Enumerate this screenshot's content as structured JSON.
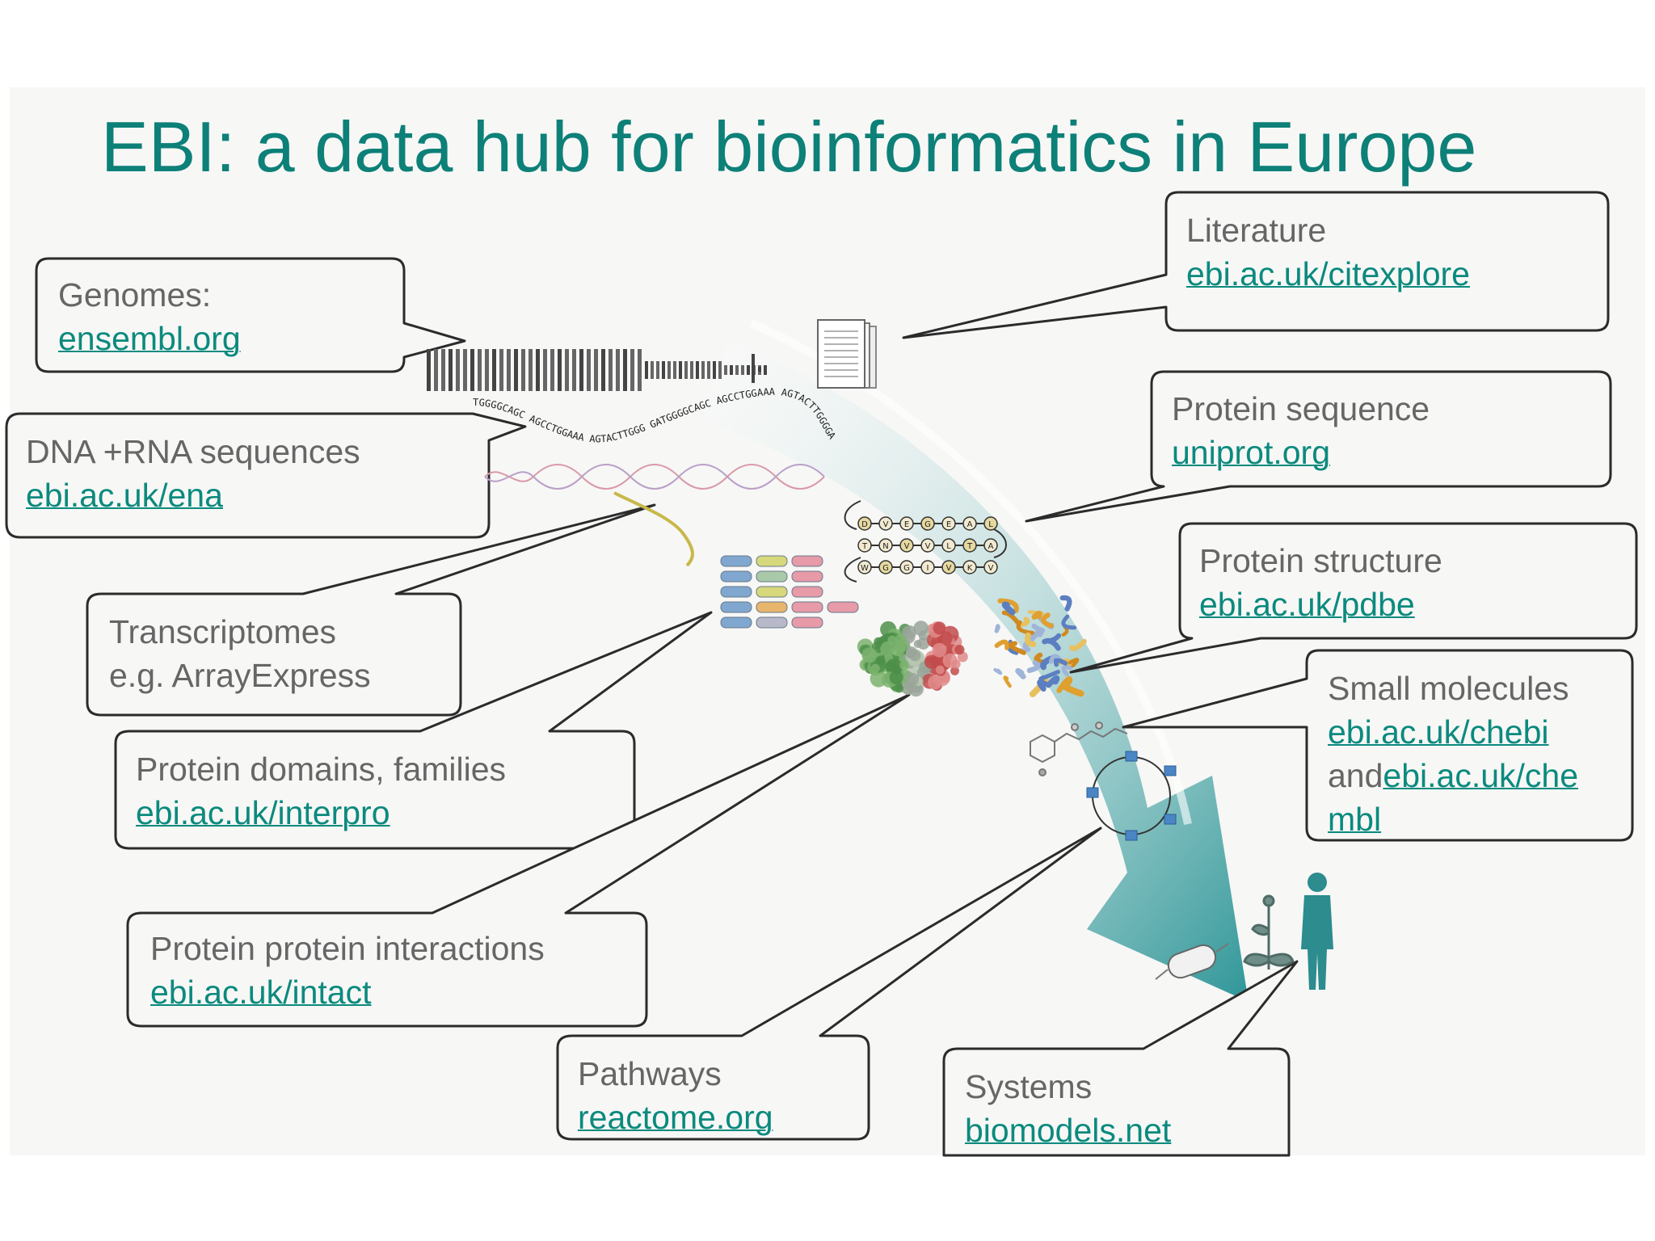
{
  "title": "EBI: a data hub for bioinformatics in Europe",
  "colors": {
    "title": "#0d8078",
    "label": "#666666",
    "link": "#0b8a7e",
    "arrow": "#3a9ea0",
    "box_border": "#2b2b2b"
  },
  "callouts": {
    "genomes": {
      "label": "Genomes:",
      "link": "ensembl.org"
    },
    "dna_rna": {
      "label": "DNA +RNA sequences",
      "link": "ebi.ac.uk/ena"
    },
    "transcriptomes": {
      "label": "Transcriptomes",
      "label2": "e.g. ArrayExpress"
    },
    "domains": {
      "label": "Protein domains, families",
      "link": "ebi.ac.uk/interpro"
    },
    "interactions": {
      "label": "Protein protein interactions",
      "link": "ebi.ac.uk/intact"
    },
    "pathways": {
      "label": "Pathways",
      "link": "reactome.org"
    },
    "systems": {
      "label": "Systems",
      "link": "biomodels.net"
    },
    "literature": {
      "label": "Literature",
      "link": "ebi.ac.uk/citexplore"
    },
    "protein_sequence": {
      "label": "Protein sequence",
      "link": "uniprot.org"
    },
    "protein_structure": {
      "label": "Protein structure",
      "link": "ebi.ac.uk/pdbe"
    },
    "small_molecules": {
      "label": "Small molecules",
      "link": "ebi.ac.uk/chebi",
      "joiner": "and",
      "link2": "ebi.ac.uk/che",
      "link2_cont": "mbl"
    }
  },
  "illustrations": {
    "dna_letters_upper": "TGGGGCAGC AGCCTGGAAA AGTACTTGGG GATGGGGCAGC AGCCTGGAAA AGTACTTGGGGA",
    "peptide_rows": [
      [
        "D",
        "V",
        "E",
        "G",
        "E",
        "A",
        "L"
      ],
      [
        "T",
        "N",
        "V",
        "V",
        "L",
        "T",
        "A"
      ],
      [
        "W",
        "G",
        "G",
        "I",
        "V",
        "K",
        "V"
      ]
    ]
  }
}
